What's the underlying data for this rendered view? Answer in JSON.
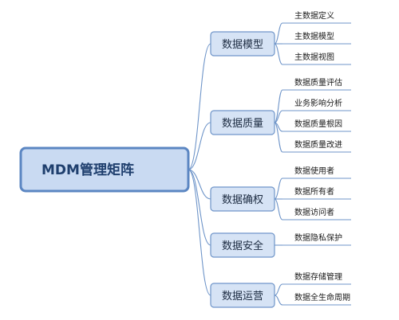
{
  "root": {
    "label": "MDM管理矩阵"
  },
  "branches": [
    {
      "label": "数据模型",
      "leaves": [
        "主数据定义",
        "主数据模型",
        "主数据视图"
      ]
    },
    {
      "label": "数据质量",
      "leaves": [
        "数据质量评估",
        "业务影响分析",
        "数据质量根因",
        "数据质量改进"
      ]
    },
    {
      "label": "数据确权",
      "leaves": [
        "数据使用者",
        "数据所有者",
        "数据访问者"
      ]
    },
    {
      "label": "数据安全",
      "leaves": [
        "数据隐私保护"
      ]
    },
    {
      "label": "数据运营",
      "leaves": [
        "数据存储管理",
        "数据全生命周期"
      ]
    }
  ],
  "colors": {
    "root_fill": "#c9daf2",
    "root_stroke": "#5b86c2",
    "branch_fill": "#d6e3f5",
    "line": "#6f95c9"
  }
}
